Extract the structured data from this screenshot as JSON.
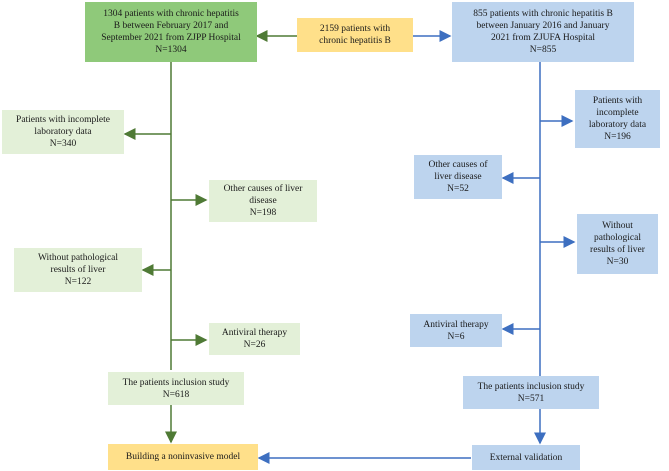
{
  "top_center": {
    "lines": [
      "2159 patients with",
      "chronic hepatitis B"
    ]
  },
  "left_top": {
    "lines": [
      "1304 patients with chronic hepatitis",
      "B between February 2017 and",
      "September 2021 from ZJPP Hospital",
      "N=1304"
    ]
  },
  "right_top": {
    "lines": [
      "855 patients with chronic hepatitis B",
      "between January 2016 and January",
      "2021 from ZJUFA Hospital",
      "N=855"
    ]
  },
  "left_excl": [
    {
      "lines": [
        "Patients with incomplete",
        "laboratory data",
        "N=340"
      ]
    },
    {
      "lines": [
        "Other causes of liver",
        "disease",
        "N=198"
      ]
    },
    {
      "lines": [
        "Without pathological",
        "results of liver",
        "N=122"
      ]
    },
    {
      "lines": [
        "Antiviral therapy",
        "N=26"
      ]
    }
  ],
  "right_excl": [
    {
      "lines": [
        "Patients with",
        "incomplete",
        "laboratory data",
        "N=196"
      ]
    },
    {
      "lines": [
        "Other causes of",
        "liver disease",
        "N=52"
      ]
    },
    {
      "lines": [
        "Without",
        "pathological",
        "results of liver",
        "N=30"
      ]
    },
    {
      "lines": [
        "Antiviral therapy",
        "N=6"
      ]
    }
  ],
  "left_included": {
    "lines": [
      "The patients inclusion study",
      "N=618"
    ]
  },
  "right_included": {
    "lines": [
      "The patients inclusion study",
      "N=571"
    ]
  },
  "model": {
    "label": "Building a noninvasive model"
  },
  "validation": {
    "label": "External validation"
  },
  "colors": {
    "left_arrow": "#4f7a35",
    "right_arrow": "#3d6fc0"
  }
}
